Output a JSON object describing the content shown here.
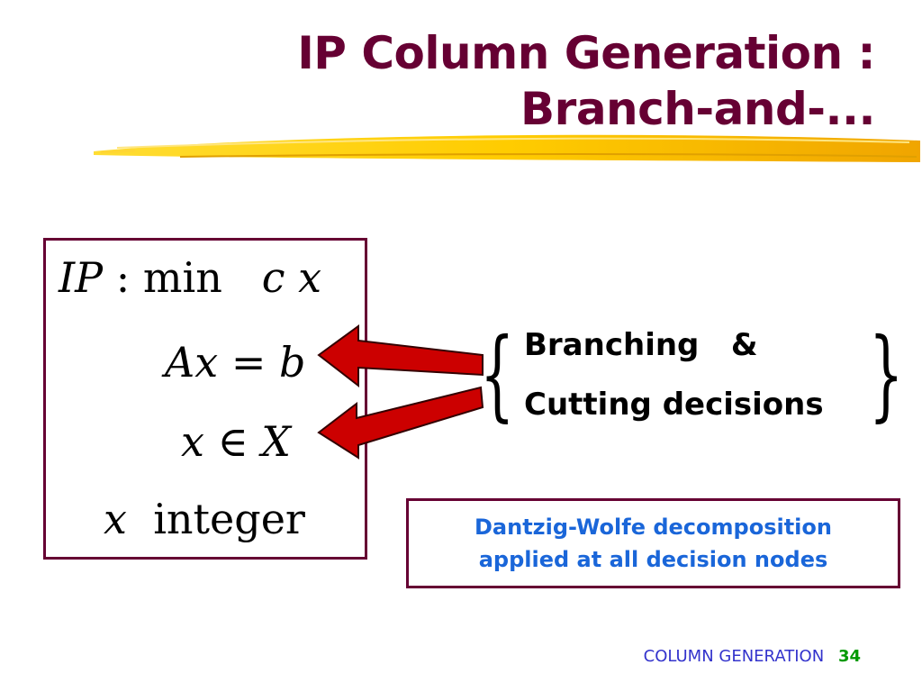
{
  "slide": {
    "title_line1": "IP Column Generation :",
    "title_line2": "Branch-and-...",
    "formulation": {
      "line1": {
        "name": "IP",
        "sep": ":",
        "op": "min",
        "coef": "c",
        "var": "x"
      },
      "line2": {
        "A": "A",
        "x": "x",
        "eq": "=",
        "b": "b"
      },
      "line3": {
        "x": "x",
        "in": "∈",
        "X": "X"
      },
      "line4": {
        "x": "x",
        "word": "integer"
      }
    },
    "decisions": {
      "line1": "Branching   &",
      "line2": "Cutting decisions"
    },
    "dw_box": {
      "line1": "Dantzig-Wolfe decomposition",
      "line2": "applied at all decision nodes"
    },
    "footer": {
      "label": "COLUMN GENERATION",
      "page": "34"
    }
  },
  "colors": {
    "title": "#660033",
    "box_border": "#660033",
    "arrow_fill": "#cc0000",
    "dw_text": "#1a66d9",
    "footer_label": "#3333cc",
    "footer_page": "#009900",
    "swoosh": "#ffcc00"
  },
  "icons": {
    "arrow": "red-block-arrow-left",
    "swoosh": "yellow-brush-stroke"
  }
}
